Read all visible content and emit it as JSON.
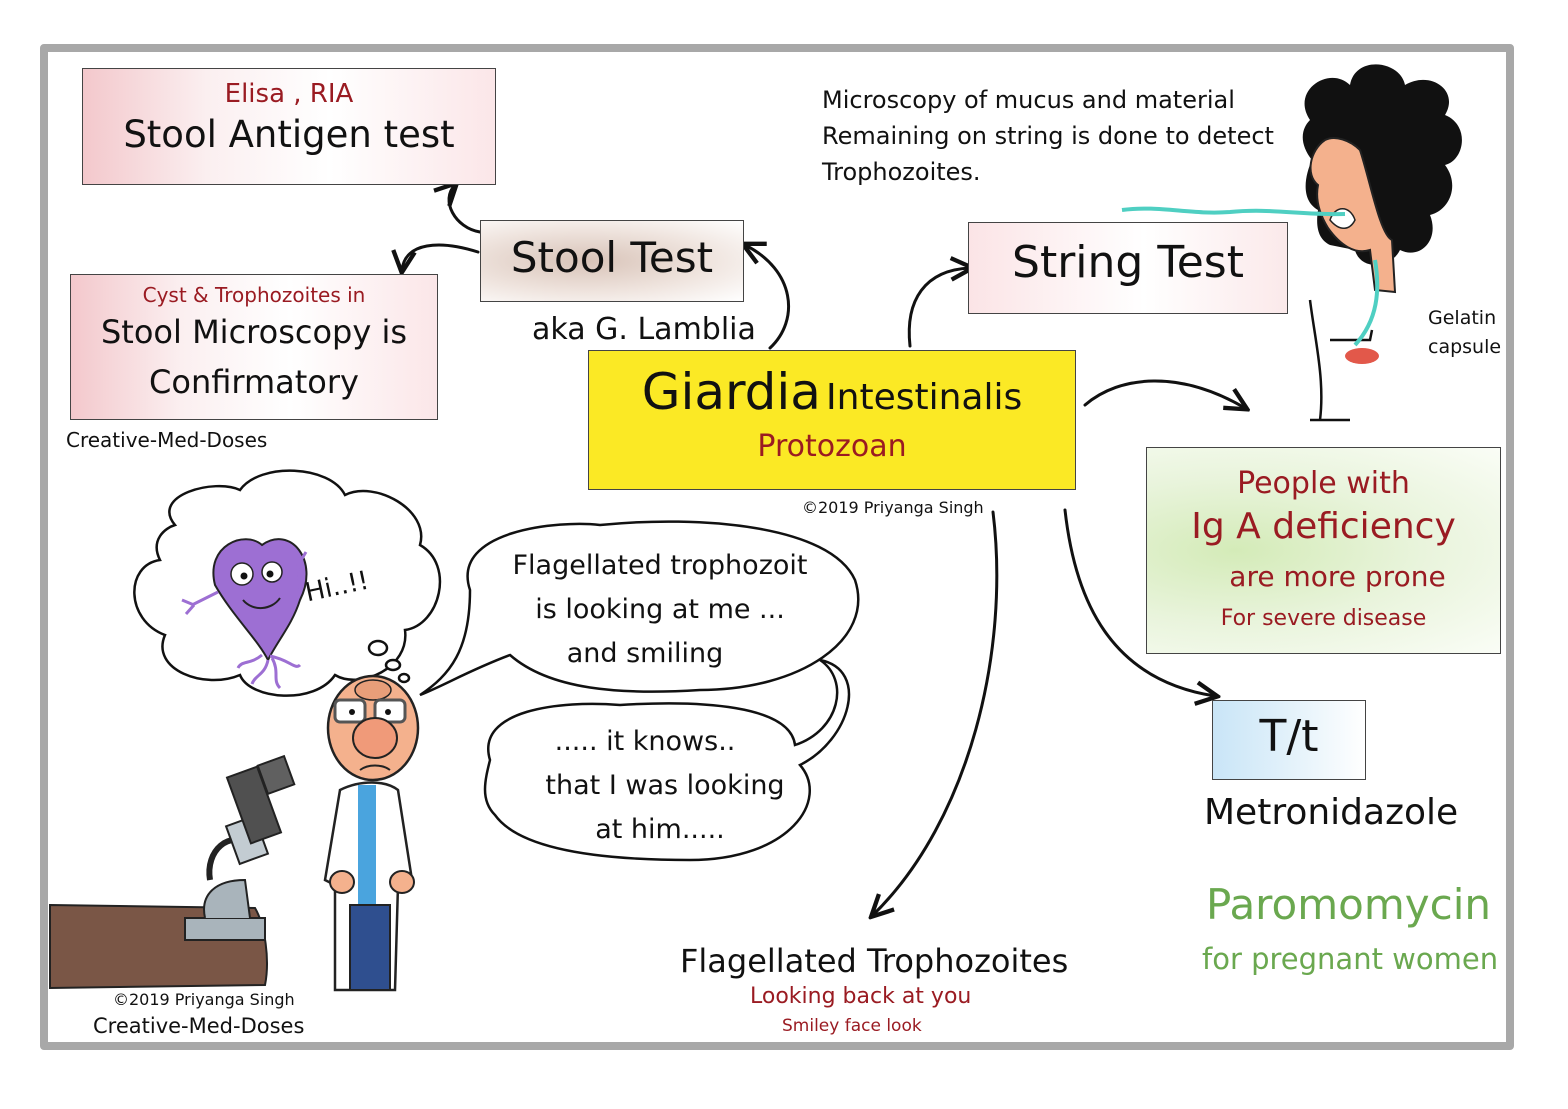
{
  "center": {
    "title_main": "Giardia",
    "title_rest": "Intestinalis",
    "subtitle": "Protozoan",
    "aka": "aka G. Lamblia",
    "copyright": "©2019 Priyanga Singh"
  },
  "stool_test": {
    "label": "Stool Test",
    "antigen": {
      "note": "Elisa , RIA",
      "title": "Stool Antigen test"
    },
    "microscopy": {
      "note": "Cyst & Trophozoites in",
      "line1": "Stool Microscopy is",
      "line2": "Confirmatory"
    },
    "credit": "Creative-Med-Doses"
  },
  "string_test": {
    "label": "String Test",
    "description": [
      "Microscopy of mucus and material",
      "Remaining on string is done to detect",
      "Trophozoites."
    ],
    "capsule_label": [
      "Gelatin",
      "capsule"
    ]
  },
  "risk": {
    "line1": "People with",
    "line2": "Ig A deficiency",
    "line3": "are more prone",
    "line4": "For severe disease"
  },
  "treatment": {
    "label": "T/t",
    "drug1": "Metronidazole",
    "drug2": "Paromomycin",
    "drug2_note": "for pregnant women"
  },
  "trophozoites": {
    "title": "Flagellated Trophozoites",
    "line2": "Looking back at you",
    "line3": "Smiley face look"
  },
  "cartoon": {
    "thought": "Hi..!!",
    "bubble1": [
      "Flagellated trophozoit",
      "is looking at me ...",
      "and smiling"
    ],
    "bubble2": [
      "..... it knows..",
      "that I was looking",
      "at him....."
    ],
    "copyright": "©2019 Priyanga Singh",
    "credit": "Creative-Med-Doses"
  },
  "colors": {
    "center_box": "#fbe925",
    "risk_box": "#e4f1d3",
    "treatment_box": "#d3ebf8",
    "pink_box": "#f3c8cc",
    "dark_red": "#9a1b22",
    "green": "#6aa84f",
    "frame": "#a8a8a8"
  }
}
